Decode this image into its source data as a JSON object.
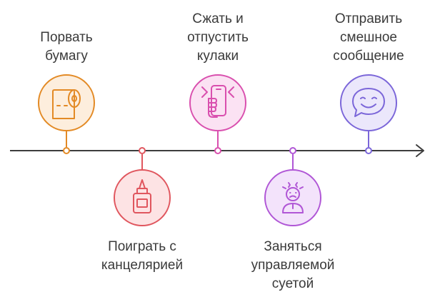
{
  "timeline": {
    "events": [
      {
        "id": "tear-paper",
        "label": "Порвать\nбумагу",
        "position": "above",
        "color": "#e38a25",
        "fill": "#fdeedd",
        "icon": "toilet-paper-icon"
      },
      {
        "id": "stationery",
        "label": "Поиграть с\nканцелярией",
        "position": "below",
        "color": "#e0565e",
        "fill": "#fde3e4",
        "icon": "glue-bottle-icon"
      },
      {
        "id": "fists",
        "label": "Сжать и\nотпустить\nкулаки",
        "position": "above",
        "color": "#d94fae",
        "fill": "#fbe2f3",
        "icon": "hand-squeeze-icon"
      },
      {
        "id": "bustle",
        "label": "Заняться\nуправляемой\nсуетой",
        "position": "below",
        "color": "#b056d6",
        "fill": "#f3e3fb",
        "icon": "stressed-person-icon"
      },
      {
        "id": "message",
        "label": "Отправить\nсмешное\nсообщение",
        "position": "above",
        "color": "#7b66d9",
        "fill": "#ebe7fb",
        "icon": "smiley-chat-icon"
      }
    ]
  }
}
